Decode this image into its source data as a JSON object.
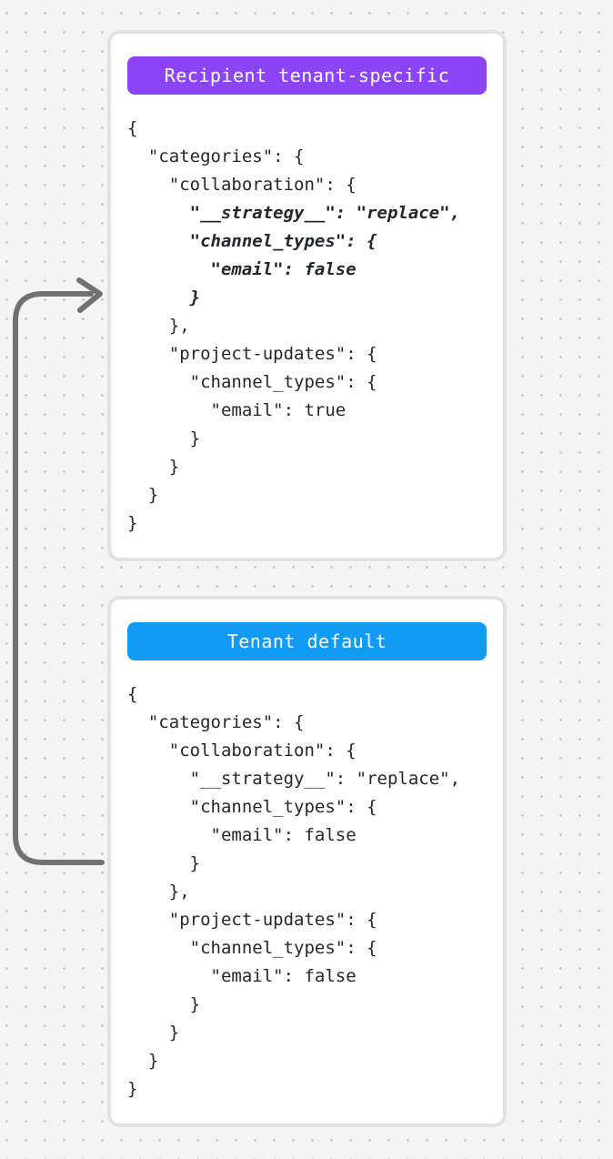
{
  "canvas": {
    "background_color": "#f4f4f5",
    "dot_color": "#c6c6c9"
  },
  "arrow": {
    "color": "#717171",
    "direction": "from-tenant-default-to-recipient-tenant-specific"
  },
  "cards": [
    {
      "badge": {
        "label": "Recipient tenant-specific",
        "color": "#8b45f7"
      },
      "lines": [
        {
          "t": "{"
        },
        {
          "t": "  \"categories\": {"
        },
        {
          "t": "    \"collaboration\": {"
        },
        {
          "t": "      \"__strategy__\": \"replace\",",
          "em": true
        },
        {
          "t": "      \"channel_types\": {",
          "em": true
        },
        {
          "t": "        \"email\": false",
          "em": true
        },
        {
          "t": "      }",
          "em": true
        },
        {
          "t": "    },"
        },
        {
          "t": "    \"project-updates\": {"
        },
        {
          "t": "      \"channel_types\": {"
        },
        {
          "t": "        \"email\": true"
        },
        {
          "t": "      }"
        },
        {
          "t": "    }"
        },
        {
          "t": "  }"
        },
        {
          "t": "}"
        }
      ]
    },
    {
      "badge": {
        "label": "Tenant default",
        "color": "#129bf4"
      },
      "lines": [
        {
          "t": "{"
        },
        {
          "t": "  \"categories\": {"
        },
        {
          "t": "    \"collaboration\": {"
        },
        {
          "t": "      \"__strategy__\": \"replace\","
        },
        {
          "t": "      \"channel_types\": {"
        },
        {
          "t": "        \"email\": false"
        },
        {
          "t": "      }"
        },
        {
          "t": "    },"
        },
        {
          "t": "    \"project-updates\": {"
        },
        {
          "t": "      \"channel_types\": {"
        },
        {
          "t": "        \"email\": false"
        },
        {
          "t": "      }"
        },
        {
          "t": "    }"
        },
        {
          "t": "  }"
        },
        {
          "t": "}"
        }
      ]
    }
  ]
}
